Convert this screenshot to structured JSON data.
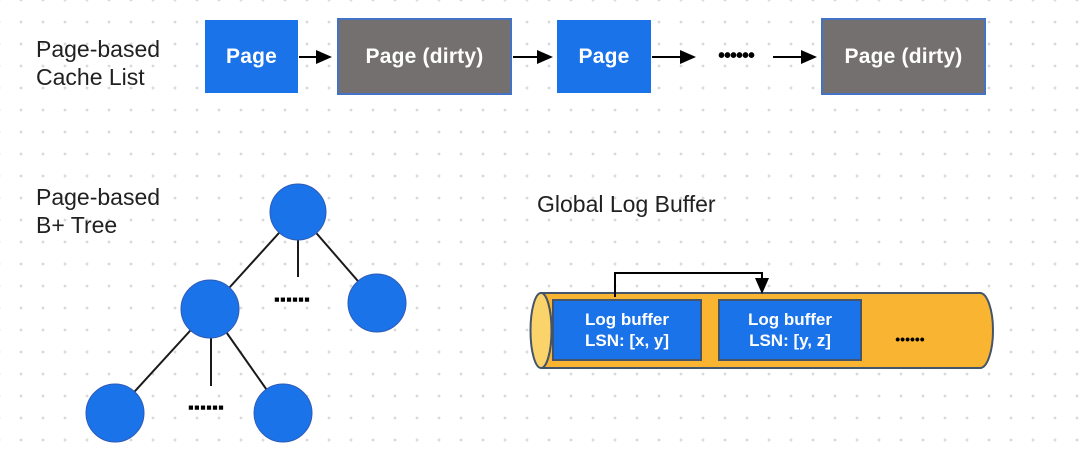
{
  "palette": {
    "blue": "#1a73e8",
    "gray": "#757070",
    "gray_border": "#4472c4",
    "orange": "#f9b431",
    "orange_light": "#fbd36b",
    "outline": "#44546a",
    "text_dark": "#212121",
    "line": "#000000"
  },
  "cache_list": {
    "label_line1": "Page-based",
    "label_line2": "Cache List",
    "boxes": [
      {
        "label": "Page",
        "state": "clean"
      },
      {
        "label": "Page (dirty)",
        "state": "dirty"
      },
      {
        "label": "Page",
        "state": "clean"
      },
      {
        "label": "Page (dirty)",
        "state": "dirty"
      }
    ],
    "ellipsis": "••••••"
  },
  "btree": {
    "label_line1": "Page-based",
    "label_line2": "B+ Tree",
    "ellipsis_mid": "▪▪▪▪▪▪",
    "ellipsis_leaf": "▪▪▪▪▪▪"
  },
  "log_buffer": {
    "label": "Global Log Buffer",
    "segments": [
      {
        "line1": "Log buffer",
        "line2": "LSN: [x, y]"
      },
      {
        "line1": "Log buffer",
        "line2": "LSN: [y, z]"
      }
    ],
    "ellipsis": "••••••"
  }
}
